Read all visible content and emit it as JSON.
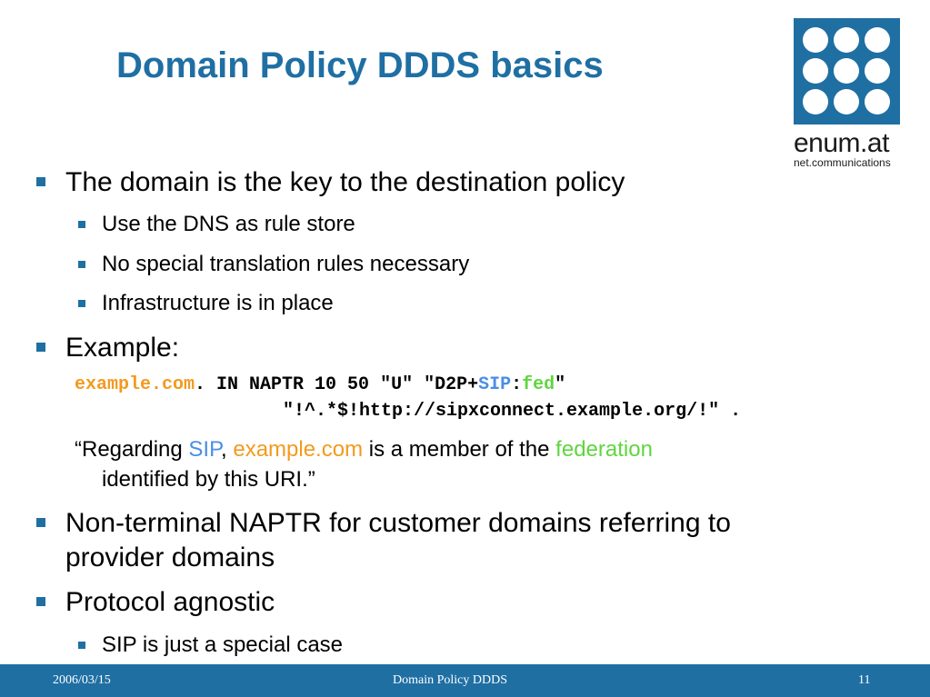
{
  "slide": {
    "title": "Domain Policy DDDS basics"
  },
  "logo": {
    "name": "enum.at",
    "tagline": "net.communications"
  },
  "bullets": [
    {
      "text": "The domain is the key to the destination policy"
    },
    {
      "text": "Use the DNS as rule store"
    },
    {
      "text": "No special translation rules necessary"
    },
    {
      "text": "Infrastructure is in place"
    },
    {
      "text": "Example:"
    },
    {
      "text": "Non-terminal NAPTR for customer domains referring to"
    },
    {
      "text": "provider domains"
    },
    {
      "text": "Protocol agnostic"
    },
    {
      "text": "SIP is just a special case"
    }
  ],
  "example": {
    "domain": "example.com",
    "record_a": ". IN NAPTR 10 50 \"U\" \"D2P+",
    "service": "SIP",
    "colon": ":",
    "fed": "fed",
    "close_quote": "\"",
    "line2": "\"!^.*$!http://sipxconnect.example.org/!\" ."
  },
  "quote": {
    "p1": "“Regarding ",
    "sip": "SIP",
    "p2": ", ",
    "domain": "example.com",
    "p3": " is a member of the ",
    "federation": "federation",
    "line2": "identified by this URI.”"
  },
  "footer": {
    "date": "2006/03/15",
    "title": "Domain Policy DDDS",
    "page": "11"
  },
  "colors": {
    "accent": "#1f6fa3",
    "orange": "#f39a1e",
    "blue": "#4a8ee6",
    "green": "#5fd63f"
  }
}
